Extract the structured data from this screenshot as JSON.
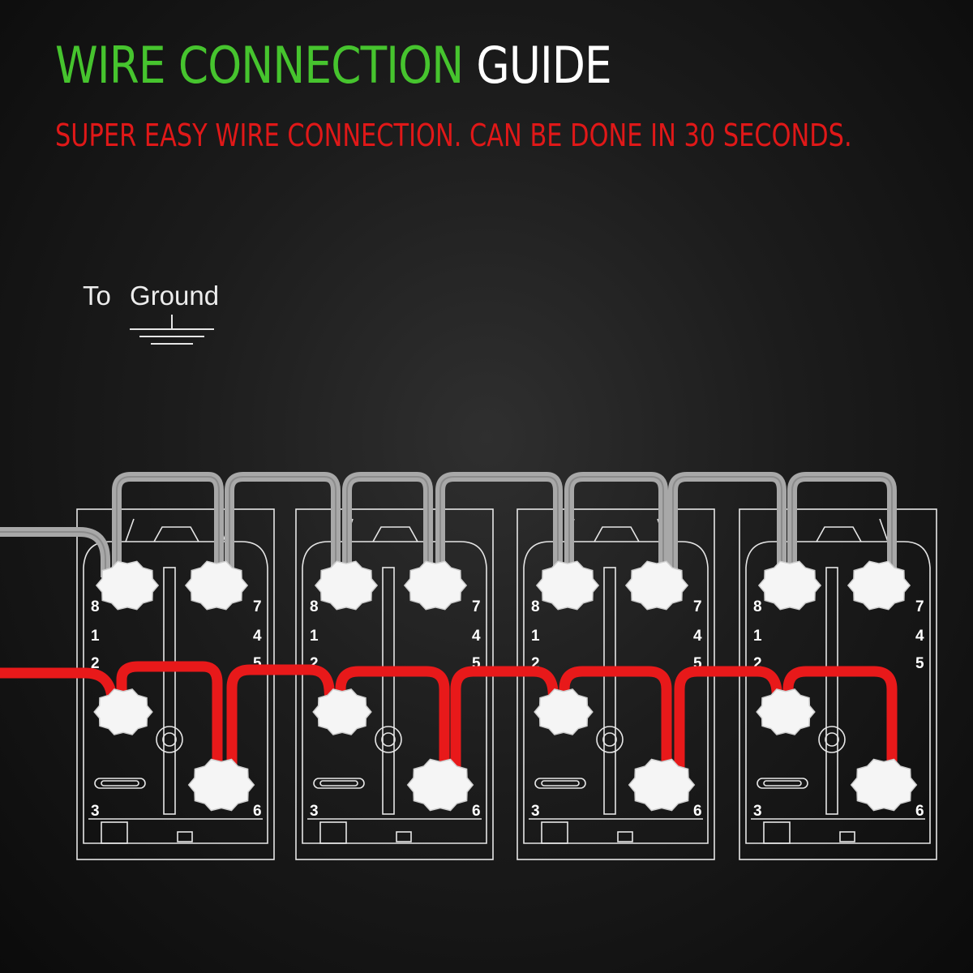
{
  "header": {
    "title_green": "WIRE CONNECTION",
    "title_white": "GUIDE",
    "subtitle": "SUPER EASY WIRE CONNECTION. CAN BE DONE IN 30 SECONDS."
  },
  "ground": {
    "label": "To  Ground"
  },
  "switches": [
    {
      "pins_left": [
        "8",
        "1",
        "2",
        "3"
      ],
      "pins_right": [
        "7",
        "4",
        "5",
        "6"
      ]
    },
    {
      "pins_left": [
        "8",
        "1",
        "2",
        "3"
      ],
      "pins_right": [
        "7",
        "4",
        "5",
        "6"
      ]
    },
    {
      "pins_left": [
        "8",
        "1",
        "2",
        "3"
      ],
      "pins_right": [
        "7",
        "4",
        "5",
        "6"
      ]
    },
    {
      "pins_left": [
        "8",
        "1",
        "2",
        "3"
      ],
      "pins_right": [
        "7",
        "4",
        "5",
        "6"
      ]
    }
  ],
  "colors": {
    "title_green": "#46c42e",
    "title_white": "#ffffff",
    "subtitle_red": "#e01818",
    "ground_wire": "#a8a8a8",
    "power_wire": "#e8191a",
    "connector": "#f5f5f5",
    "outline": "#e6e6e6"
  }
}
